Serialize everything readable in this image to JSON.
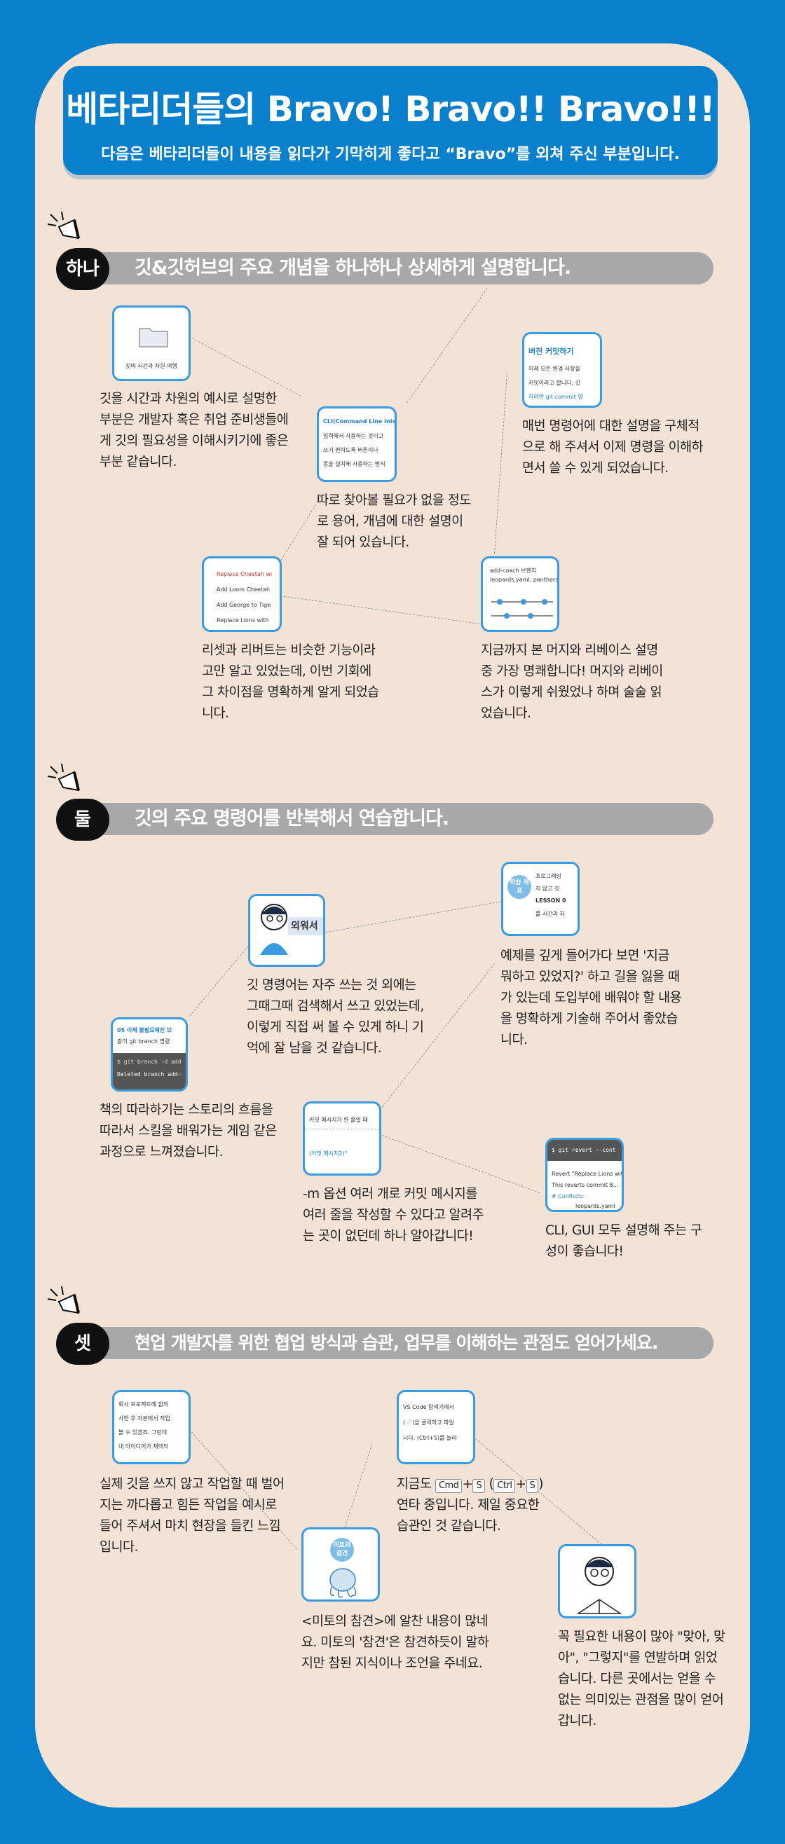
{
  "header": {
    "title": "베타리더들의 Bravo! Bravo!! Bravo!!!",
    "subtitle": "다음은 베타리더들이 내용을 읽다가 기막히게 좋다고 “Bravo”를 외쳐 주신 부분입니다."
  },
  "sections": [
    {
      "badge": "하나",
      "title": "깃&깃허브의 주요 개념을 하나하나 상세하게 설명합니다.",
      "comments": [
        "깃을 시간과 차원의 예시로 설명한 부분은 개발자 혹은 취업 준비생들에게 깃의 필요성을 이해시키기에 좋은 부분 같습니다.",
        "따로 찾아볼 필요가 없을 정도로 용어, 개념에 대한 설명이 잘 되어 있습니다.",
        "매번 명령어에 대한 설명을 구체적으로 해 주셔서 이제 명령을 이해하면서 쓸 수 있게 되었습니다.",
        "리셋과 리버트는 비슷한 기능이라고만 알고 있었는데, 이번 기회에 그 차이점을 명확하게 알게 되었습니다.",
        "지금까지 본 머지와 리베이스 설명 중 가장 명쾌합니다! 머지와 리베이스가 이렇게 쉬웠었나 하며 술술 읽었습니다."
      ],
      "thumbs": {
        "t1": "깃의 시간과 차원 여행",
        "t2a": "CLI(Command Line Interface",
        "t2b": "입력해서 사용하는 것이고",
        "t2c": "쓰기 편하도록 버튼이나",
        "t2d": "종을 설치해 사용하는 방식",
        "t3a": "버전 커밋하기",
        "t3b": "이제 모든 변경 사항을",
        "t3c": "커밋이라고 합니다. 깃",
        "t3d": "하려면 git commit 명",
        "t4a": "Replace Cheetah wi",
        "t4b": "Add Loom Cheetah",
        "t4c": "Add George to Tige",
        "t4d": "Replace Lions with",
        "t5a": "add-coach 브랜치",
        "t5b": "leopards.yaml, panthers"
      }
    },
    {
      "badge": "둘",
      "title": "깃의 주요 명령어를 반복해서 연습합니다.",
      "comments": [
        "깃 명령어는 자주 쓰는 것 외에는 그때그때 검색해서 쓰고 있었는데, 이렇게 직접 써 볼 수 있게 하니 기억에 잘 남을 것 같습니다.",
        "예제를 깊게 들어가다 보면 '지금 뭐하고 있었지?' 하고 길을 잃을 때가 있는데 도입부에 배워야 할 내용을 명확하게 기술해 주어서 좋았습니다.",
        "책의 따라하기는 스토리의 흐름을 따라서 스킬을 배워가는 게임 같은 과정으로 느껴졌습니다.",
        "-m 옵션 여러 개로 커밋 메시지를 여러 줄을 작성할 수 있다고 알려주는 곳이 없던데 하나 알아갑니다!",
        "CLI, GUI 모두 설명해 주는 구성이 좋습니다!"
      ],
      "thumbs": {
        "t1": "외워서",
        "t2a": "학습 목표",
        "t2b": "프로그래밍",
        "t2c": "지 않고 깃",
        "t2d": "LESSON 0",
        "t2e": "를 시간과 차",
        "t3a": "05 이제 불필요해진 브",
        "t3b": "같이 git branch 명령",
        "t3c": "$ git branch -d add",
        "t3d": "Deleted branch add-",
        "t4a": "커밋 메시지가 한 줄일 때",
        "t4b": "(커밋 메시지2)\"",
        "t5a": "$ git revert --cont",
        "t5b": "Revert \"Replace Lions with",
        "t5c": "This reverts commit 8...",
        "t5d": "# Conflicts:",
        "t5e": "leopards.yaml"
      }
    },
    {
      "badge": "셋",
      "title": "현업 개발자를 위한 협업 방식과 습관, 업무를 이해하는 관점도 얻어가세요.",
      "comments": [
        "실제 깃을 쓰지 않고 작업할 때 벌어지는 까다롭고 힘든 작업을 예시로 들어 주셔서 마치 현장을 들킨 느낌입니다.",
        "지금도 Cmd + S ( Ctrl + S ) 연타 중입니다. 제일 중요한 습관인 것 같습니다.",
        "<미토의 참견>에 알찬 내용이 많네요. 미토의 '참견'은 참견하듯이 말하지만 참된 지식이나 조언을 주네요.",
        "꼭 필요한 내용이 많아 \"맞아, 맞아\", \"그렇지\"를 연발하며 읽었습니다. 다른 곳에서는 얻을 수 없는 의미있는 관점을 많이 얻어갑니다."
      ],
      "comment2": {
        "a": "지금도",
        "cmd": "Cmd",
        "plus": "+",
        "s": "S",
        "open": "(",
        "ctrl": "Ctrl",
        "close": ")",
        "b": "연타 중입니다. 제일 중요한",
        "c": "습관인 것 같습니다."
      },
      "thumbs": {
        "t1a": "회사 프로젝트에 합의",
        "t1b": "사한 후 자본에서 작업",
        "t1c": "볼 수 있겠죠. 그런데",
        "t1d": "내 아이디어가 채택되",
        "t2a": "VS Code 탐색기에서",
        "t2b": "(📄)을 클릭하고 파일",
        "t2c": "니다. (Ctrl+S)를 눌러",
        "t3": "미토의 참견"
      }
    }
  ]
}
